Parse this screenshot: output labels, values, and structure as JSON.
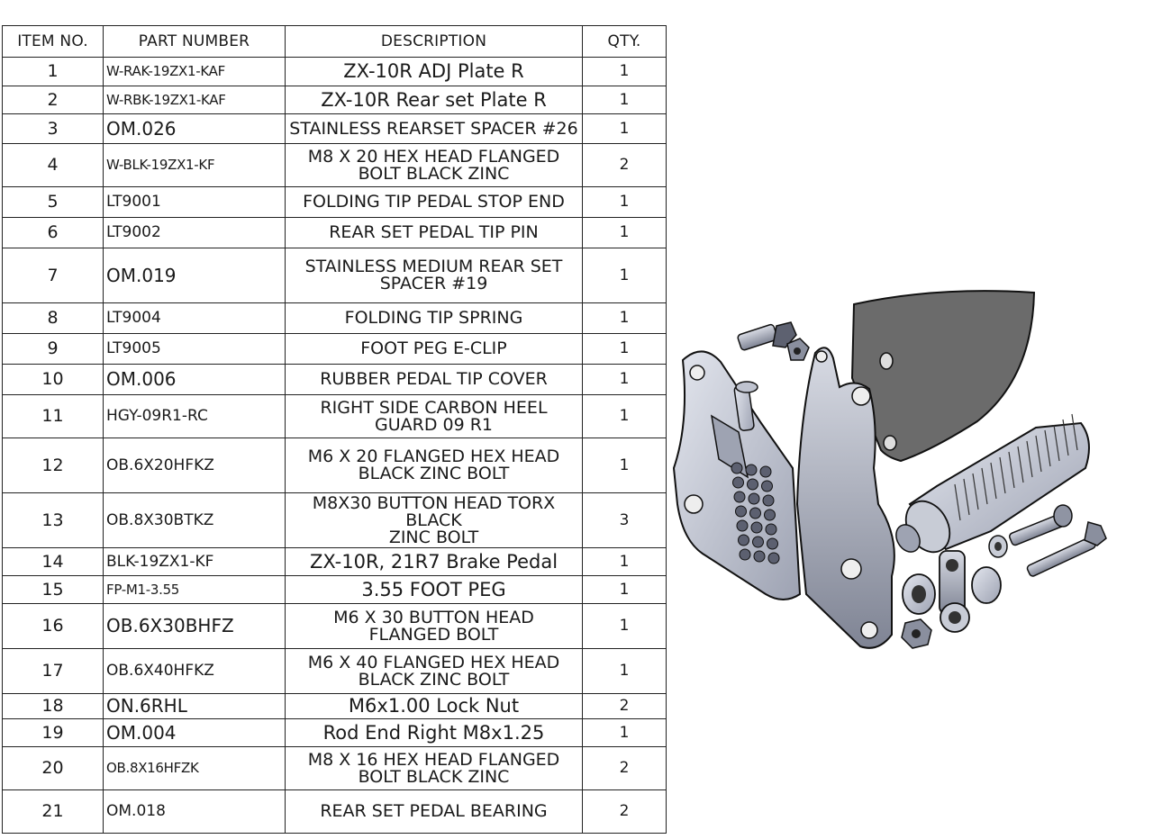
{
  "headers": {
    "item": "ITEM NO.",
    "part": "PART NUMBER",
    "desc": "DESCRIPTION",
    "qty": "QTY."
  },
  "rows": [
    {
      "item": "1",
      "part": "W-RAK-19ZX1-KAF",
      "desc": "ZX-10R ADJ Plate R",
      "qty": "1"
    },
    {
      "item": "2",
      "part": "W-RBK-19ZX1-KAF",
      "desc": "ZX-10R Rear set Plate R",
      "qty": "1"
    },
    {
      "item": "3",
      "part": "OM.026",
      "desc": "STAINLESS REARSET SPACER #26",
      "qty": "1"
    },
    {
      "item": "4",
      "part": "W-BLK-19ZX1-KF",
      "desc": [
        "M8 X 20 HEX HEAD FLANGED",
        "BOLT BLACK ZINC"
      ],
      "qty": "2"
    },
    {
      "item": "5",
      "part": "LT9001",
      "desc": "FOLDING TIP PEDAL STOP END",
      "qty": "1"
    },
    {
      "item": "6",
      "part": "LT9002",
      "desc": "REAR SET PEDAL TIP PIN",
      "qty": "1"
    },
    {
      "item": "7",
      "part": "OM.019",
      "desc": [
        "STAINLESS MEDIUM REAR SET",
        "SPACER #19"
      ],
      "qty": "1"
    },
    {
      "item": "8",
      "part": "LT9004",
      "desc": "FOLDING TIP SPRING",
      "qty": "1"
    },
    {
      "item": "9",
      "part": "LT9005",
      "desc": "FOOT PEG E-CLIP",
      "qty": "1"
    },
    {
      "item": "10",
      "part": "OM.006",
      "desc": "RUBBER PEDAL TIP COVER",
      "qty": "1"
    },
    {
      "item": "11",
      "part": "HGY-09R1-RC",
      "desc": [
        "RIGHT SIDE CARBON HEEL",
        "GUARD 09 R1"
      ],
      "qty": "1"
    },
    {
      "item": "12",
      "part": "OB.6X20HFKZ",
      "desc": [
        "M6 X 20 FLANGED HEX HEAD",
        "BLACK ZINC BOLT"
      ],
      "qty": "1"
    },
    {
      "item": "13",
      "part": "OB.8X30BTKZ",
      "desc": [
        "M8X30 BUTTON HEAD TORX BLACK",
        "ZINC BOLT"
      ],
      "qty": "3"
    },
    {
      "item": "14",
      "part": "BLK-19ZX1-KF",
      "desc": "ZX-10R, 21R7 Brake Pedal",
      "qty": "1"
    },
    {
      "item": "15",
      "part": "FP-M1-3.55",
      "desc": "3.55 FOOT PEG",
      "qty": "1"
    },
    {
      "item": "16",
      "part": "OB.6X30BHFZ",
      "desc": [
        "M6 X 30 BUTTON HEAD",
        "FLANGED BOLT"
      ],
      "qty": "1"
    },
    {
      "item": "17",
      "part": "OB.6X40HFKZ",
      "desc": [
        "M6 X 40 FLANGED HEX HEAD",
        "BLACK ZINC BOLT"
      ],
      "qty": "1"
    },
    {
      "item": "18",
      "part": "ON.6RHL",
      "desc": "M6x1.00 Lock Nut",
      "qty": "2"
    },
    {
      "item": "19",
      "part": "OM.004",
      "desc": "Rod End Right M8x1.25",
      "qty": "1"
    },
    {
      "item": "20",
      "part": "OB.8X16HFZK",
      "desc": [
        "M8 X 16 HEX HEAD FLANGED",
        "BOLT BLACK ZINC"
      ],
      "qty": "2"
    },
    {
      "item": "21",
      "part": "OM.018",
      "desc": "REAR SET PEDAL BEARING",
      "qty": "2"
    }
  ],
  "colors": {
    "line": "#222222",
    "metal": "#c9cdd8",
    "metal_dark": "#8f94a3",
    "guard": "#6e6e6e",
    "outline": "#111111"
  }
}
